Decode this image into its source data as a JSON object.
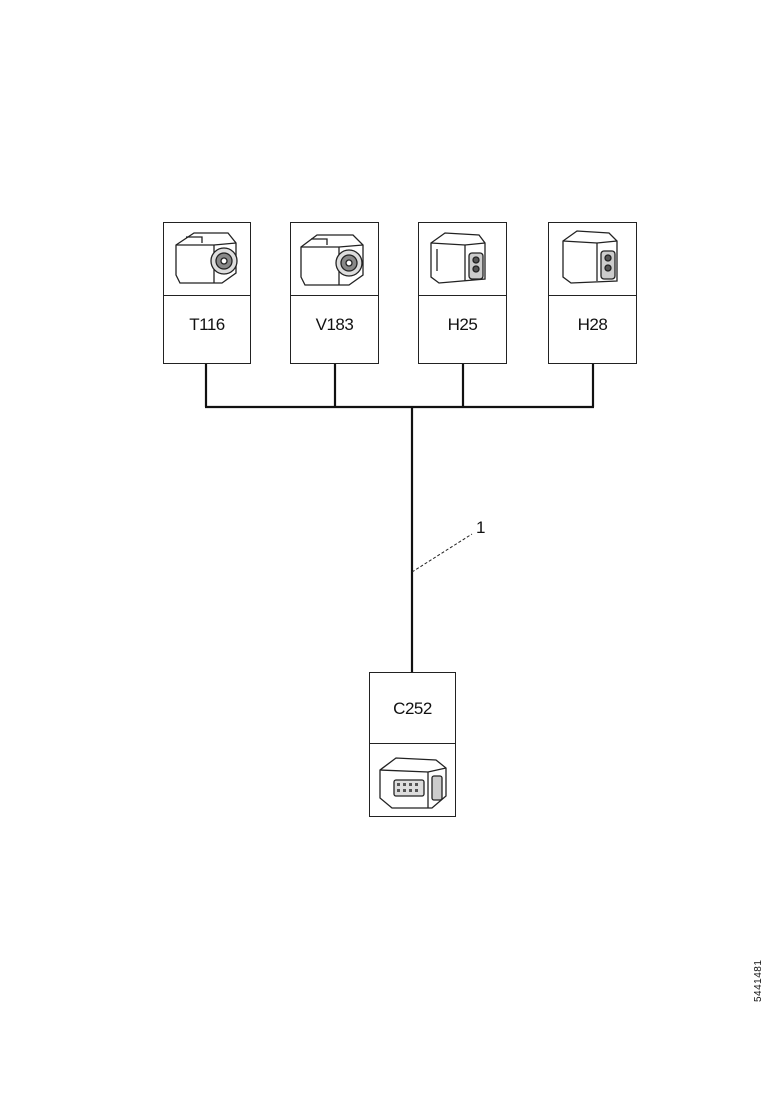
{
  "components": [
    {
      "id": "T116",
      "label": "T116",
      "icon": "connector-block-round-icon"
    },
    {
      "id": "V183",
      "label": "V183",
      "icon": "connector-block-round-icon"
    },
    {
      "id": "H25",
      "label": "H25",
      "icon": "connector-rect-icon"
    },
    {
      "id": "H28",
      "label": "H28",
      "icon": "connector-rect-icon"
    }
  ],
  "bottom_component": {
    "id": "C252",
    "label": "C252",
    "icon": "connector-multipin-icon"
  },
  "callout": {
    "number": "1"
  },
  "reference_code": "5441481"
}
